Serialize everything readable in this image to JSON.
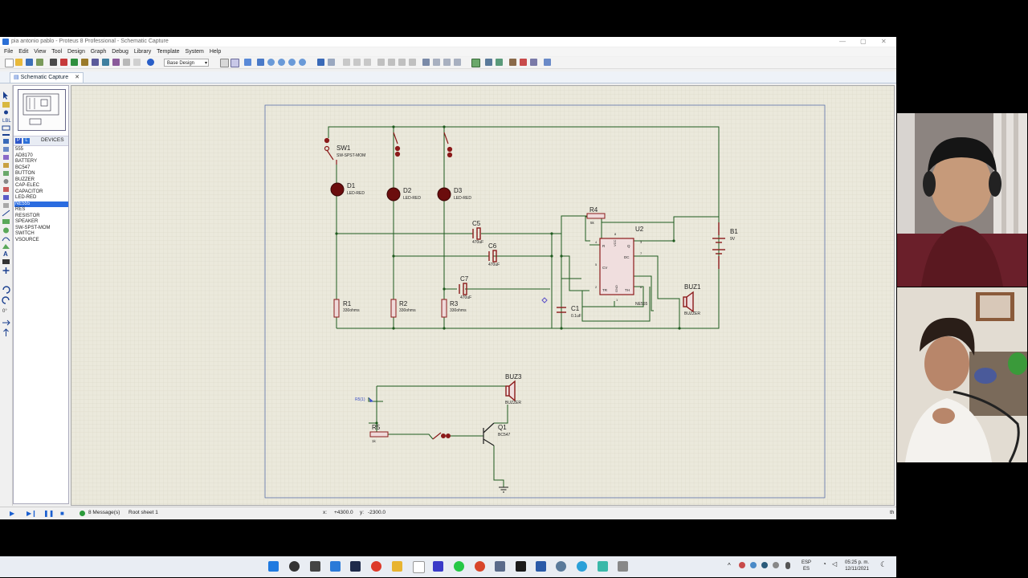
{
  "window": {
    "title": "pia antonio pablo - Proteus 8 Professional - Schematic Capture"
  },
  "menu": [
    "File",
    "Edit",
    "View",
    "Tool",
    "Design",
    "Graph",
    "Debug",
    "Library",
    "Template",
    "System",
    "Help"
  ],
  "toolbar": {
    "design_combo": "Base Design"
  },
  "tab": {
    "label": "Schematic Capture",
    "close": "✕"
  },
  "devices_panel": {
    "p_btn": "P",
    "l_btn": "L",
    "title": "DEVICES",
    "items": [
      "555",
      "AD8170",
      "BATTERY",
      "BC547",
      "BUTTON",
      "BUZZER",
      "CAP-ELEC",
      "CAPACITOR",
      "LED-RED",
      "NE555",
      "RES",
      "RESISTOR",
      "SPEAKER",
      "SW-SPST-MOM",
      "SWITCH",
      "VSOURCE"
    ],
    "selected": "NE555"
  },
  "schematic": {
    "sw1": {
      "ref": "SW1",
      "value": "SW-SPST-MOM"
    },
    "d1": {
      "ref": "D1",
      "value": "LED-RED"
    },
    "d2": {
      "ref": "D2",
      "value": "LED-RED"
    },
    "d3": {
      "ref": "D3",
      "value": "LED-RED"
    },
    "c5": {
      "ref": "C5",
      "value": "470uF"
    },
    "c6": {
      "ref": "C6",
      "value": "470uF"
    },
    "c7": {
      "ref": "C7",
      "value": "470uF"
    },
    "c1": {
      "ref": "C1",
      "value": "0.1uF"
    },
    "r1": {
      "ref": "R1",
      "value": "330ohms"
    },
    "r2": {
      "ref": "R2",
      "value": "330ohms"
    },
    "r3": {
      "ref": "R3",
      "value": "330ohms"
    },
    "r4": {
      "ref": "R4",
      "value": "5k"
    },
    "r5": {
      "ref": "R5",
      "value": "1k",
      "probe": "R5(1)"
    },
    "u2": {
      "ref": "U2",
      "value": "NE555",
      "pins": [
        "R",
        "Q",
        "DC",
        "CV",
        "TR",
        "TH",
        "VCC",
        "GND"
      ],
      "pin_nums": [
        "4",
        "8",
        "3",
        "7",
        "5",
        "2",
        "6",
        "1"
      ]
    },
    "b1": {
      "ref": "B1",
      "value": "9V"
    },
    "buz1": {
      "ref": "BUZ1",
      "value": "BUZZER"
    },
    "buz3": {
      "ref": "BUZ3",
      "value": "BUZZER"
    },
    "q1": {
      "ref": "Q1",
      "value": "BC547"
    }
  },
  "status": {
    "messages": "8 Message(s)",
    "sheet": "Root sheet 1",
    "x_label": "x:",
    "x": "+4300.0",
    "y_label": "y:",
    "y": "-2300.0",
    "th": "th"
  },
  "taskbar": {
    "lang1": "ESP",
    "lang2": "ES",
    "time": "05:25 p. m.",
    "date": "12/11/2021"
  },
  "colors": {
    "wire": "#1e5a1e",
    "component": "#8b1a1a",
    "canvas": "#ebe9dc",
    "selection": "#2b6ce0"
  }
}
